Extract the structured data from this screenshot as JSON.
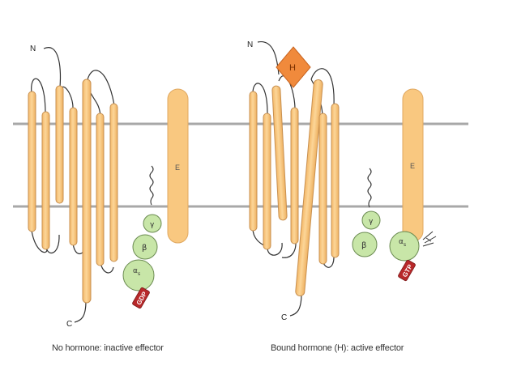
{
  "panels": {
    "left": {
      "caption": "No hormone: inactive effector",
      "n_label": "N",
      "c_label": "C",
      "effector_label": "E",
      "gamma_label": "γ",
      "beta_label": "β",
      "alpha_label": "α",
      "alpha_sub": "s",
      "nucleotide_label": "GDP"
    },
    "right": {
      "caption": "Bound hormone (H): active effector",
      "n_label": "N",
      "c_label": "C",
      "hormone_label": "H",
      "effector_label": "E",
      "gamma_label": "γ",
      "beta_label": "β",
      "alpha_label": "α",
      "alpha_sub": "s",
      "nucleotide_label": "GTP"
    }
  },
  "colors": {
    "membrane": "#a8a8a8",
    "helix_fill": "#f9c880",
    "helix_stroke": "#c89050",
    "gprotein_fill": "#c8e6a8",
    "gprotein_stroke": "#6a8a50",
    "nucleotide_fill": "#b8282a",
    "hormone_fill": "#f08a3c",
    "line": "#333333"
  }
}
